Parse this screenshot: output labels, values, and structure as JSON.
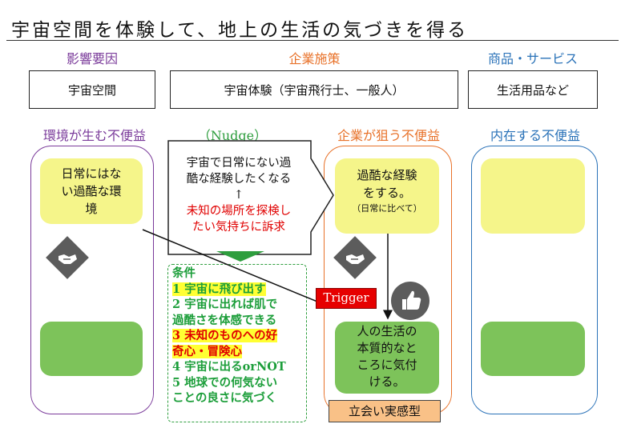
{
  "title": "宇宙空間を体験して、地上の生活の気づきを得る",
  "headers": {
    "cause": "影響要因",
    "measure": "企業施策",
    "product": "商品・サービス"
  },
  "top_boxes": {
    "cause": "宇宙空間",
    "measure": "宇宙体験（宇宙飛行士、一般人）",
    "product": "生活用品など"
  },
  "column_labels": {
    "env": "環境が生む不便益",
    "nudge": "（Nudge）",
    "corp": "企業が狙う不便益",
    "inner": "内在する不便益"
  },
  "colors": {
    "env": "#7a3a9a",
    "nudge": "#2e9e3e",
    "corp": "#e8722a",
    "inner": "#2a72b8",
    "yellow": "#f5f58a",
    "green": "#7dc35a",
    "trigger": "#e60000",
    "orange_box": "#f9c187"
  },
  "env_card": {
    "line1": "日常にはな",
    "line2": "い過酷な環",
    "line3": "境"
  },
  "nudge_box": {
    "line1": "宇宙で日常にない過",
    "line2": "酷な経験したくなる",
    "arrow": "↑",
    "line3": "未知の場所を探検し",
    "line4": "たい気持ちに訴求"
  },
  "conditions": {
    "heading": "条件",
    "c1": "1 宇宙に飛び出す",
    "c2a": "2 宇宙に出れば肌で",
    "c2b": "過酷さを体感できる",
    "c3a": "3 未知のものへの好",
    "c3b": "奇心・冒険心",
    "c4": "4 宇宙に出るorNOT",
    "c5a": "5 地球での何気ない",
    "c5b": "ことの良さに気づく"
  },
  "corp_card": {
    "line1": "過酷な経験",
    "line2": "をする。",
    "note": "（日常に比べて）"
  },
  "trigger": "Trigger",
  "result_card": {
    "line1": "人の生活の",
    "line2": "本質的なと",
    "line3": "ころに気付",
    "line4": "ける。"
  },
  "result_type": "立会い実感型",
  "icons": [
    "handshake-icon",
    "handshake-icon",
    "thumbs-up-icon"
  ]
}
